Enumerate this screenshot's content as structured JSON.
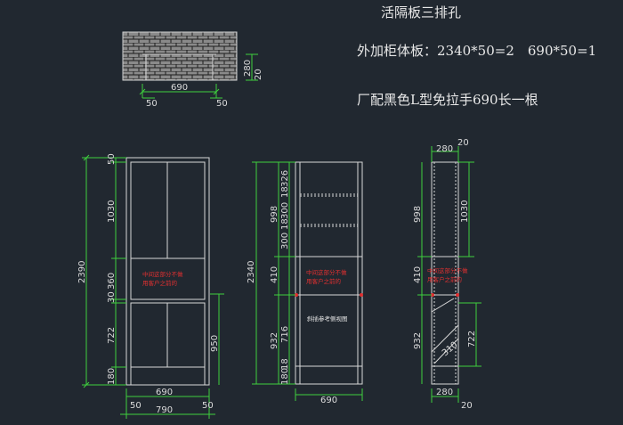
{
  "notes": {
    "title": "活隔板三排孔",
    "extra_panels": "外加柜体板：2340*50=2　690*50=1",
    "handle": "厂配黑色L型免拉手690长一根"
  },
  "plan": {
    "w": "690",
    "h": "280",
    "side": "20",
    "l": "50",
    "r": "50"
  },
  "front": {
    "total": "2390",
    "top": "50",
    "upper": "1030",
    "niche": "360",
    "gap": "30",
    "lower": "722",
    "plinth": "180",
    "height_ref": "950",
    "width": "690",
    "overall": "790",
    "left": "50",
    "right": "50",
    "niche_note": "中间这部分不做\n用客户之前的"
  },
  "inner": {
    "total": "2340",
    "upper": "998",
    "s1": "326",
    "s2": "18",
    "s3": "300",
    "s4": "18",
    "s5": "300",
    "niche": "410",
    "lower": "932",
    "l1": "716",
    "l2": "18",
    "l3": "180",
    "width": "690",
    "niche_note": "中间这部分不做\n用客户之前的",
    "lower_note": "斜插参考侧视图"
  },
  "side": {
    "depth": "280",
    "top_gap": "20",
    "upper": "998",
    "upper_r": "1030",
    "niche": "410",
    "lower": "932",
    "lower_r": "722",
    "diag": "310",
    "bottom": "280",
    "bottom_gap": "20",
    "niche_note": "中间这部分不做\n用客户之前的"
  }
}
